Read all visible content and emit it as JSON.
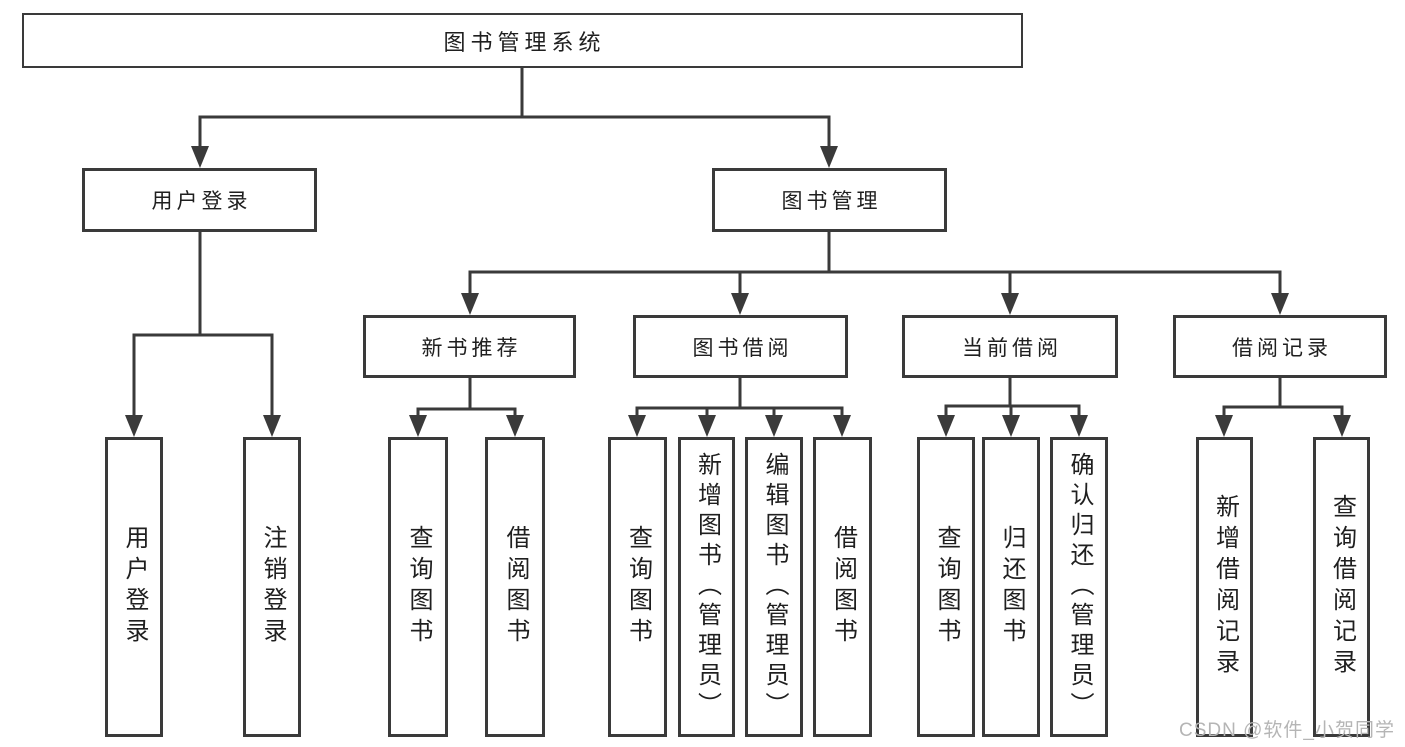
{
  "diagram": {
    "root": {
      "label": "图书管理系统"
    },
    "level2": [
      {
        "label": "用户登录"
      },
      {
        "label": "图书管理"
      }
    ],
    "level3": [
      {
        "label": "新书推荐"
      },
      {
        "label": "图书借阅"
      },
      {
        "label": "当前借阅"
      },
      {
        "label": "借阅记录"
      }
    ],
    "leaves": {
      "user_login": [
        {
          "label": "用户登录"
        },
        {
          "label": "注销登录"
        }
      ],
      "new_books": [
        {
          "label": "查询图书"
        },
        {
          "label": "借阅图书"
        }
      ],
      "book_borrow": [
        {
          "label": "查询图书"
        },
        {
          "label": "新增图书（管理员）"
        },
        {
          "label": "编辑图书（管理员）"
        },
        {
          "label": "借阅图书"
        }
      ],
      "current_borrow": [
        {
          "label": "查询图书"
        },
        {
          "label": "归还图书"
        },
        {
          "label": "确认归还（管理员）"
        }
      ],
      "borrow_records": [
        {
          "label": "新增借阅记录"
        },
        {
          "label": "查询借阅记录"
        }
      ]
    },
    "watermark": "CSDN @软件_小贺同学",
    "colors": {
      "line": "#3a3a3a",
      "text": "#1f1f1f",
      "background": "#ffffff",
      "watermark": "#b5b5b5"
    }
  }
}
